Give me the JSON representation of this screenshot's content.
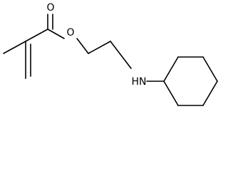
{
  "molecule": {
    "atoms": {
      "carbonyl_oxygen": "O",
      "ester_oxygen": "O",
      "amine": "HN"
    }
  }
}
